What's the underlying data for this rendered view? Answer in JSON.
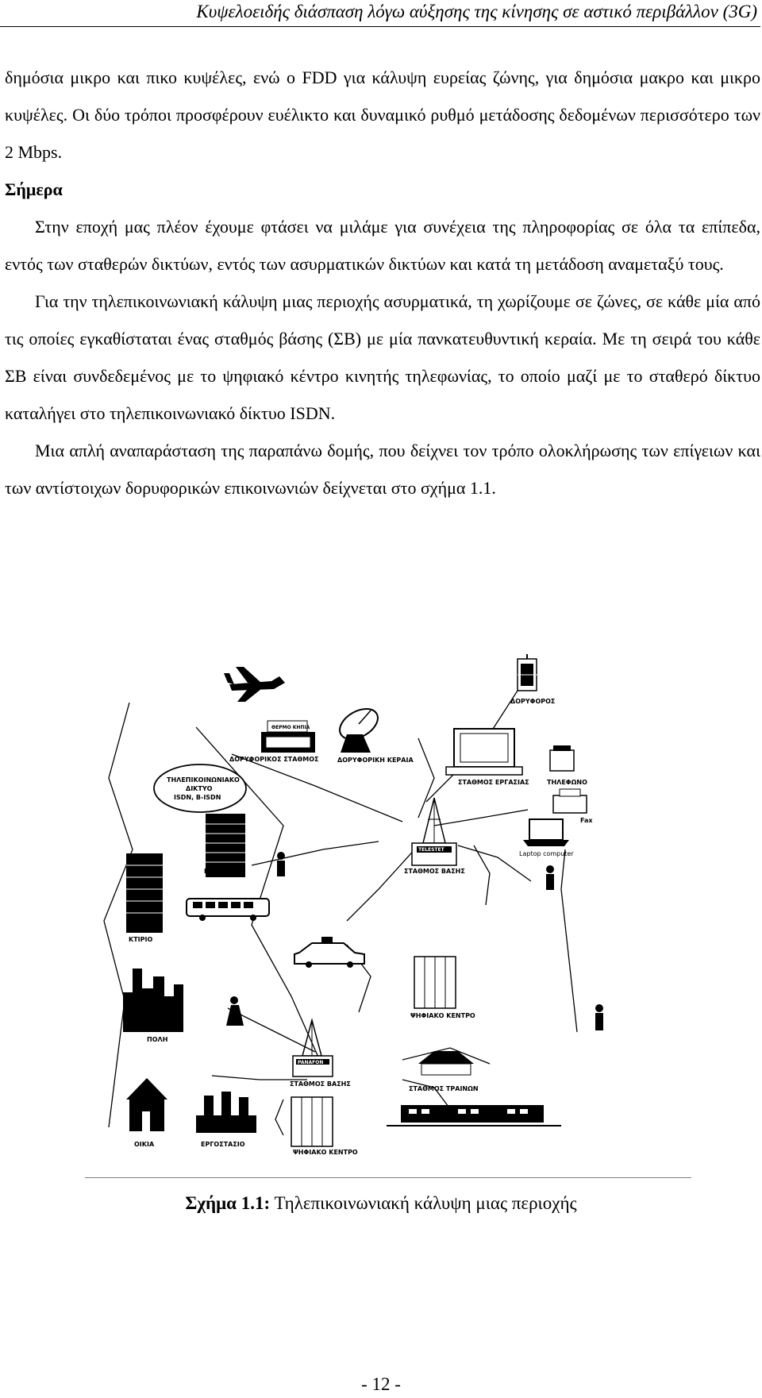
{
  "header": {
    "title": "Κυψελοειδής διάσπαση λόγω αύξησης της κίνησης σε αστικό περιβάλλον (3G)"
  },
  "body": {
    "paragraph_1": "δημόσια μικρο και πικο κυψέλες, ενώ ο FDD για κάλυψη ευρείας ζώνης, για δημόσια μακρο και μικρο κυψέλες. Οι δύο τρόποι προσφέρουν ευέλικτο και δυναμικό ρυθμό μετάδοσης δεδομένων περισσότερο των 2 Mbps.",
    "heading": "Σήμερα",
    "paragraph_2": "Στην εποχή μας πλέον έχουμε φτάσει να μιλάμε για συνέχεια της πληροφορίας σε όλα τα επίπεδα, εντός των σταθερών δικτύων, εντός των ασυρματικών δικτύων και κατά τη μετάδοση αναμεταξύ τους.",
    "paragraph_3": "Για την τηλεπικοινωνιακή κάλυψη μιας περιοχής ασυρματικά, τη χωρίζουμε σε ζώνες, σε κάθε μία από τις οποίες εγκαθίσταται ένας σταθμός βάσης (ΣΒ) με μία πανκατευθυντική κεραία. Με τη σειρά του κάθε ΣΒ είναι συνδεδεμένος με το ψηφιακό κέντρο κινητής τηλεφωνίας, το οποίο μαζί με το σταθερό δίκτυο καταλήγει στο τηλεπικοινωνιακό δίκτυο ISDN.",
    "paragraph_4": "Μια απλή αναπαράσταση της παραπάνω δομής, που δείχνει τον τρόπο ολοκλήρωσης των επίγειων και των αντίστοιχων δορυφορικών επικοινωνιών δείχνεται στο σχήμα 1.1."
  },
  "figure": {
    "labels": {
      "satellite": "ΔΟΡΥΦΟΡΟΣ",
      "earth_station": "ΔΟΡΥΦΟΡΙΚΟΣ ΣΤΑΘΜΟΣ",
      "greenhouse": "ΘΕΡΜΟ ΚΗΠΙΑ",
      "dish": "ΔΟΡΥΦΟΡΙΚΗ ΚΕΡΑΙΑ",
      "network_line1": "ΤΗΛΕΠΙΚΟΙΝΩΝΙΑΚΟ",
      "network_line2": "ΔΙΚΤΥΟ",
      "network_line3": "ISDN, B-ISDN",
      "workstation": "ΣΤΑΘΜΟΣ ΕΡΓΑΣΙΑΣ",
      "telephone": "ΤΗΛΕΦΩΝΟ",
      "fax": "Fax",
      "laptop": "Laptop computer",
      "base_station_1": "ΣΤΑΘΜΟΣ ΒΑΣΗΣ",
      "tower_sign_1": "TELESTET",
      "building_1": "ΚΤΙΡΙΟ",
      "building_2": "ΚΤΙΡΙΟ",
      "digital_center_1": "ΨΗΦΙΑΚΟ ΚΕΝΤΡΟ",
      "city": "ΠΟΛΗ",
      "tower_sign_2": "PANAFON",
      "base_station_2": "ΣΤΑΘΜΟΣ ΒΑΣΗΣ",
      "train_station": "ΣΤΑΘΜΟΣ ΤΡΑΙΝΩΝ",
      "house": "ΟΙΚΙΑ",
      "factory": "ΕΡΓΟΣΤΑΣΙΟ",
      "digital_center_2": "ΨΗΦΙΑΚΟ ΚΕΝΤΡΟ"
    }
  },
  "caption": {
    "prefix": "Σχήμα 1.1:",
    "text": " Τηλεπικοινωνιακή κάλυψη μιας περιοχής"
  },
  "page_number": "- 12 -"
}
